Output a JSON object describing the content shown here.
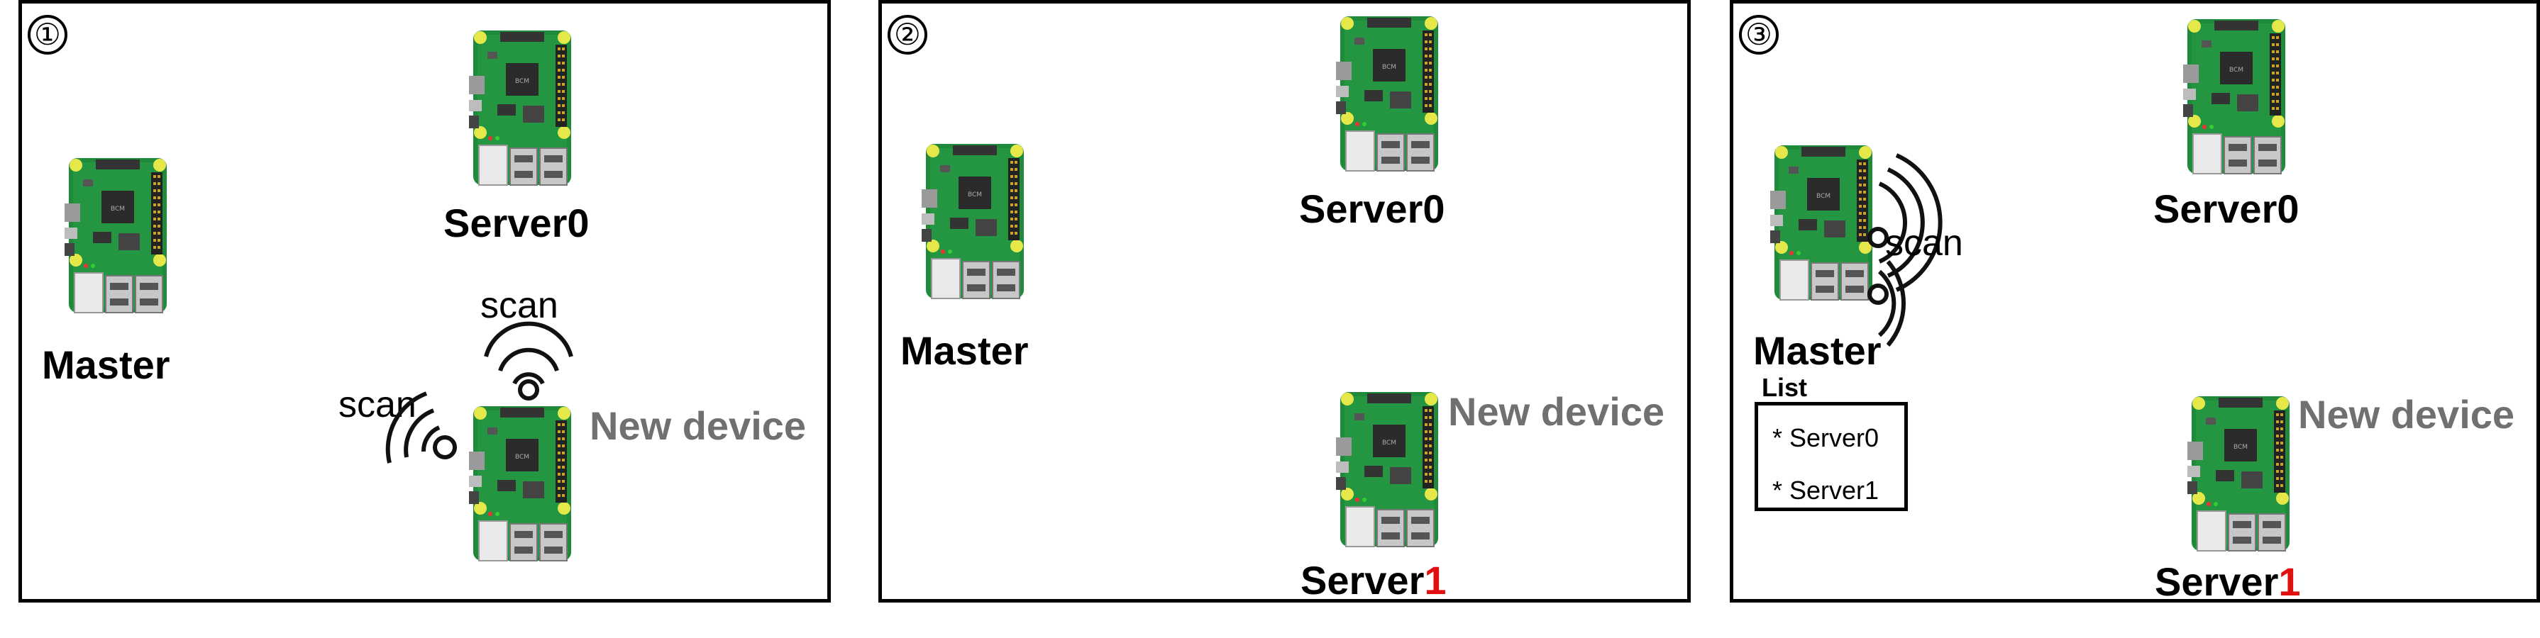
{
  "panels": [
    {
      "step": "①",
      "master": "Master",
      "server0": "Server0",
      "new_device": "New device",
      "scan_top": "scan",
      "scan_side": "scan"
    },
    {
      "step": "②",
      "master": "Master",
      "server0": "Server0",
      "new_device": "New device",
      "server1_prefix": "Server",
      "server1_suffix": "1"
    },
    {
      "step": "③",
      "master": "Master",
      "server0": "Server0",
      "new_device": "New device",
      "scan": "scan",
      "list_title": "List",
      "list_items": [
        "* Server0",
        "* Server1"
      ],
      "server1_prefix": "Server",
      "server1_suffix": "1"
    }
  ],
  "colors": {
    "border": "#000000",
    "new_device_text": "#707070",
    "server_index_highlight": "#e01010",
    "board_green": "#1f8a3a"
  },
  "icons": {
    "board": "raspberry-pi-board-icon",
    "wifi": "wifi-signal-icon"
  }
}
